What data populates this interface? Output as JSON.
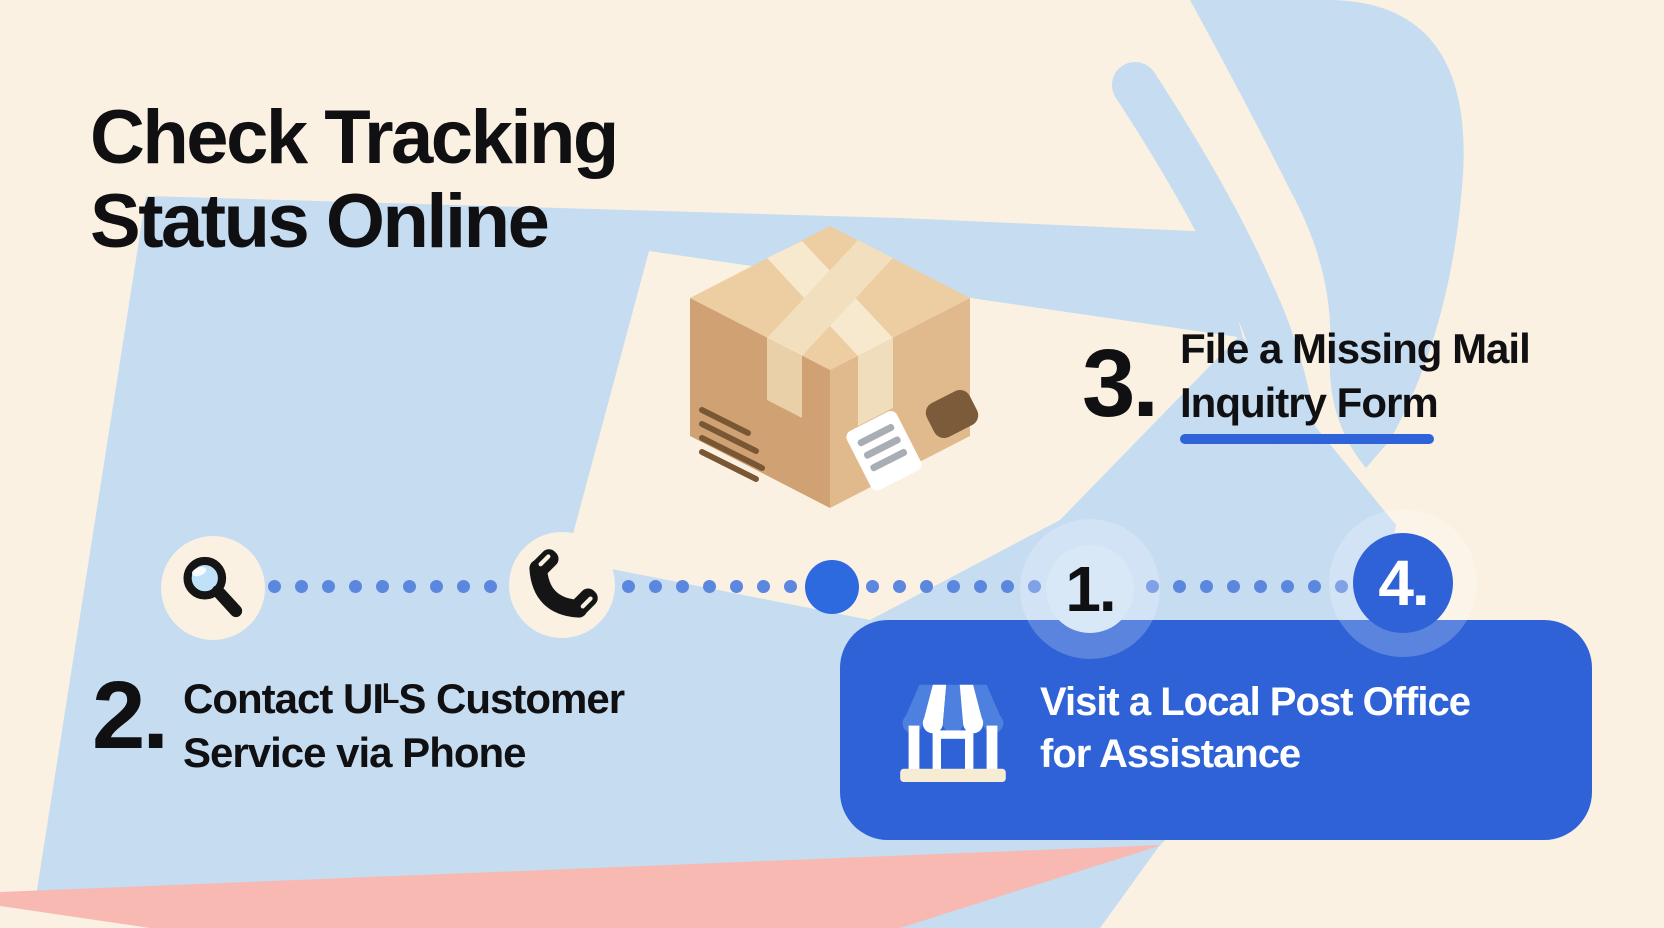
{
  "title": {
    "line1": "Check Tracking",
    "line2": "Status Online"
  },
  "steps": [
    {
      "number": "1."
    },
    {
      "number": "2.",
      "line1": "Contact UIᴸS Customer",
      "line2": "Service via Phone"
    },
    {
      "number": "3.",
      "line1": "File a Missing Mail",
      "line2": "Inquitry Form"
    },
    {
      "number": "4.",
      "line1": "Visit a Local Post Office",
      "line2": "for Assistance"
    }
  ],
  "icons": {
    "search": "search-icon",
    "phone": "phone-icon",
    "storefront": "storefront-icon",
    "package": "package-box-illustration"
  },
  "colors": {
    "accent_blue": "#2E62D6",
    "light_blue": "#C5DCF1",
    "cream": "#FAF1E2",
    "pink": "#F8B9B3",
    "dot_blue": "#5C87DE",
    "circle_highlight": "#D9E8F7",
    "box_tan_left": "#CFA173",
    "box_tan_right": "#E0BA8D",
    "box_tan_top": "#EDCDA2",
    "tape_cream": "#F6E9CD",
    "detail_brown": "#7B5B3A"
  }
}
